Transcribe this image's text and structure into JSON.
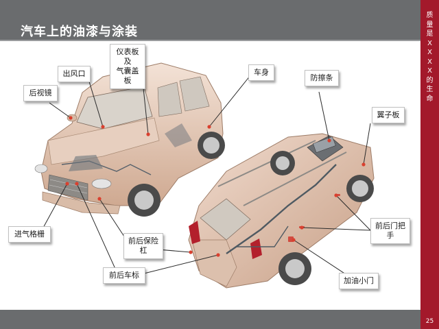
{
  "header": {
    "title": "汽车上的油漆与涂装"
  },
  "side": {
    "slogan_chars": [
      "质",
      "量",
      "是",
      "X",
      "X",
      "X",
      "X",
      "的",
      "生",
      "命"
    ],
    "page_number": "25"
  },
  "callouts": {
    "dashboard": "仪表板及\n气囊盖板",
    "vent": "出风口",
    "mirror": "后视镜",
    "body": "车身",
    "bumper_strip": "防擦条",
    "fender": "翼子板",
    "door_handle": "前后门把\n手",
    "grille": "进气格栅",
    "bumper": "前后保险\n杠",
    "badge": "前后车标",
    "fuel_door": "加油小门"
  }
}
